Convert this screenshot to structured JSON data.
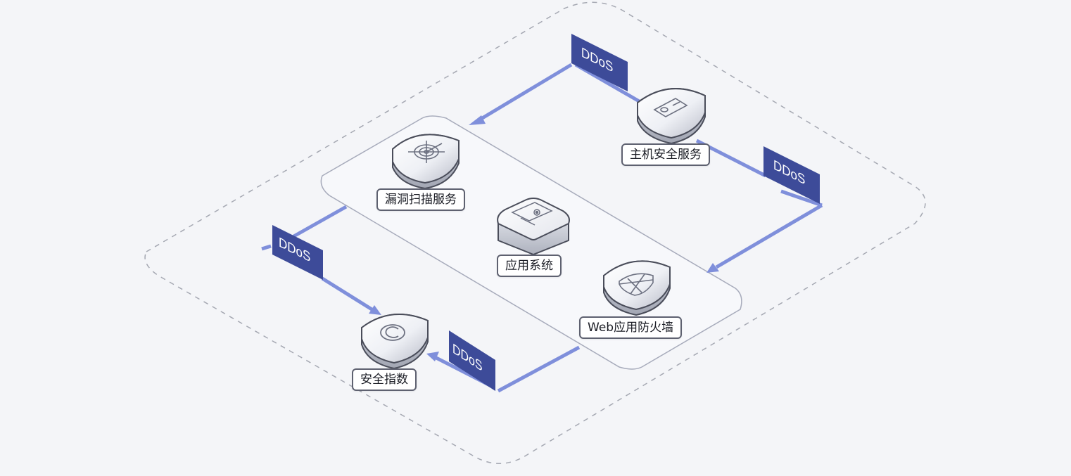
{
  "nodes": {
    "vuln_scan": {
      "label": "漏洞扫描服务",
      "icon": "radar-target-icon"
    },
    "host_security": {
      "label": "主机安全服务",
      "icon": "server-icon"
    },
    "app_system": {
      "label": "应用系统",
      "icon": "monitor-gear-icon"
    },
    "waf": {
      "label": "Web应用防火墙",
      "icon": "firewall-shield-icon"
    },
    "security_index": {
      "label": "安全指数",
      "icon": "copyright-icon"
    }
  },
  "attack_labels": [
    "DDoS",
    "DDoS",
    "DDoS",
    "DDoS"
  ],
  "colors": {
    "background": "#f4f5f8",
    "arrow": "#7f8fdb",
    "ddos_block": "#3d4b99",
    "dashed_border": "#a5a8b2",
    "platform_border": "#a7abbb",
    "tag_border": "#5e6170"
  }
}
